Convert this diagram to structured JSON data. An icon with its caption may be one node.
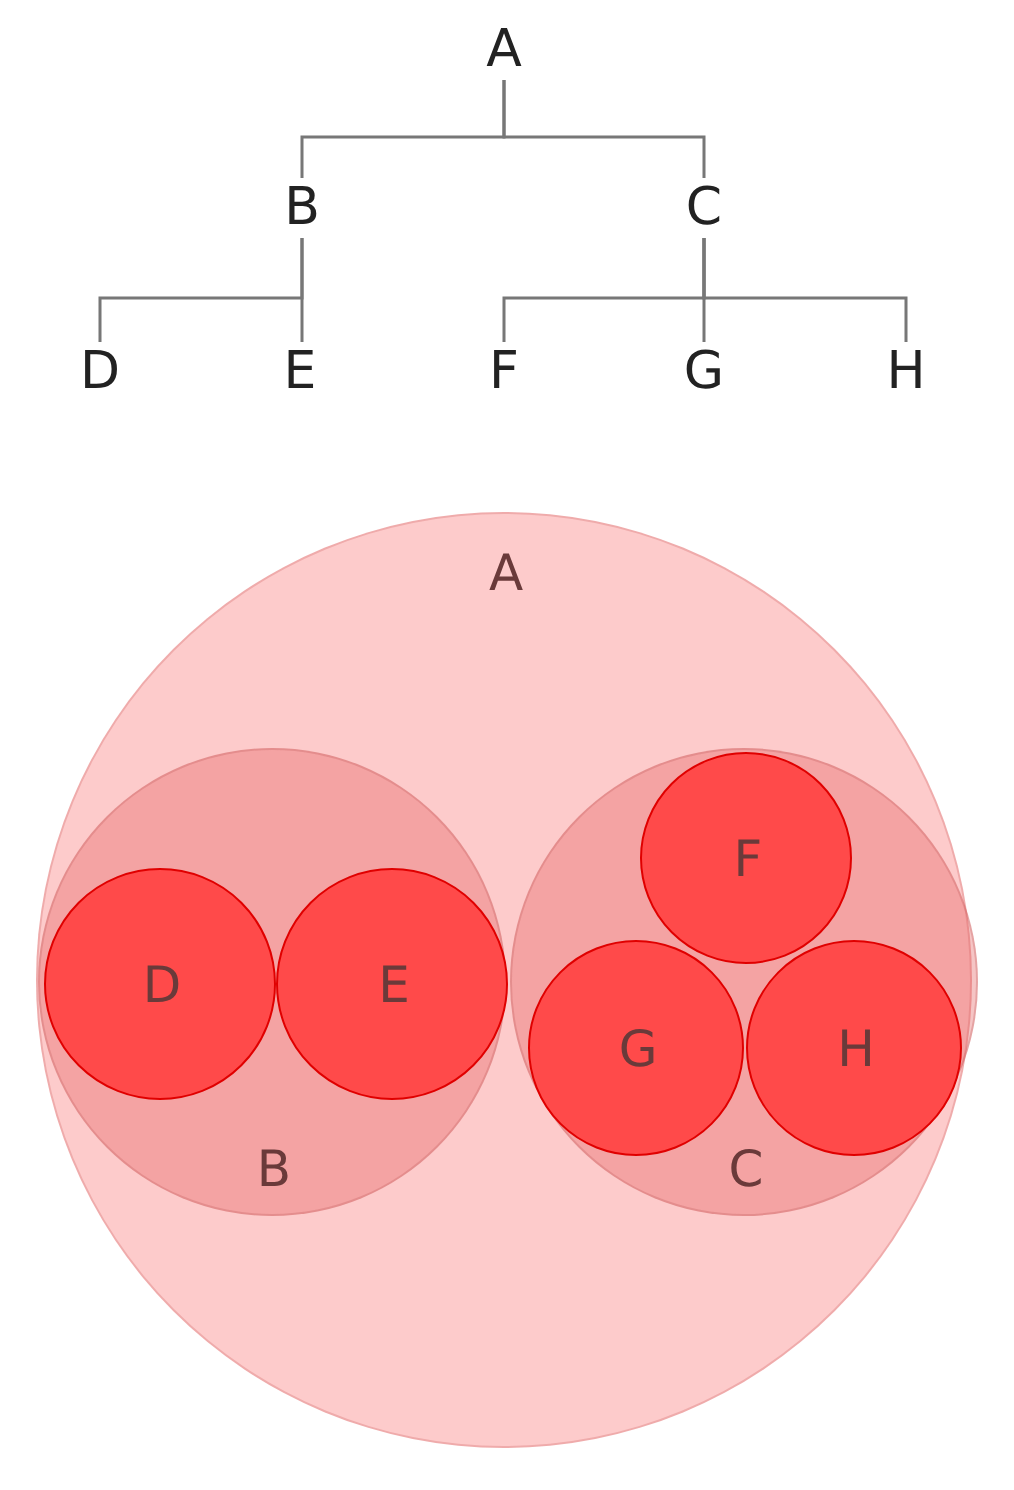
{
  "diagram": {
    "nodes": [
      {
        "text": [
          "A"
        ]
      },
      {
        "text": [
          "B"
        ]
      },
      {
        "text": [
          "C"
        ]
      },
      {
        "text": [
          "D"
        ]
      },
      {
        "text": [
          "E"
        ]
      },
      {
        "text": [
          "F"
        ]
      },
      {
        "text": [
          "G"
        ]
      },
      {
        "text": [
          "H"
        ]
      },
      {
        "text": [
          "A"
        ]
      },
      {
        "text": [
          "B"
        ],
        "in": 8
      },
      {
        "text": [
          "D"
        ],
        "in": 9
      },
      {
        "text": [
          "E"
        ],
        "in": 9
      },
      {
        "text": [
          "C"
        ],
        "in": 8
      },
      {
        "text": [
          "F"
        ],
        "in": 12
      },
      {
        "text": [
          "G"
        ],
        "in": 12
      },
      {
        "text": [
          "H"
        ],
        "in": 12
      }
    ],
    "edges": [
      {
        "from": 0,
        "to": 1,
        "arrow": "none"
      },
      {
        "from": 0,
        "to": 2,
        "arrow": "none"
      },
      {
        "from": 1,
        "to": 3,
        "arrow": "none"
      },
      {
        "from": 1,
        "to": 4,
        "arrow": "none"
      },
      {
        "from": 2,
        "to": 5,
        "arrow": "none"
      },
      {
        "from": 2,
        "to": 6,
        "arrow": "none"
      },
      {
        "from": 2,
        "to": 7,
        "arrow": "none"
      }
    ]
  }
}
